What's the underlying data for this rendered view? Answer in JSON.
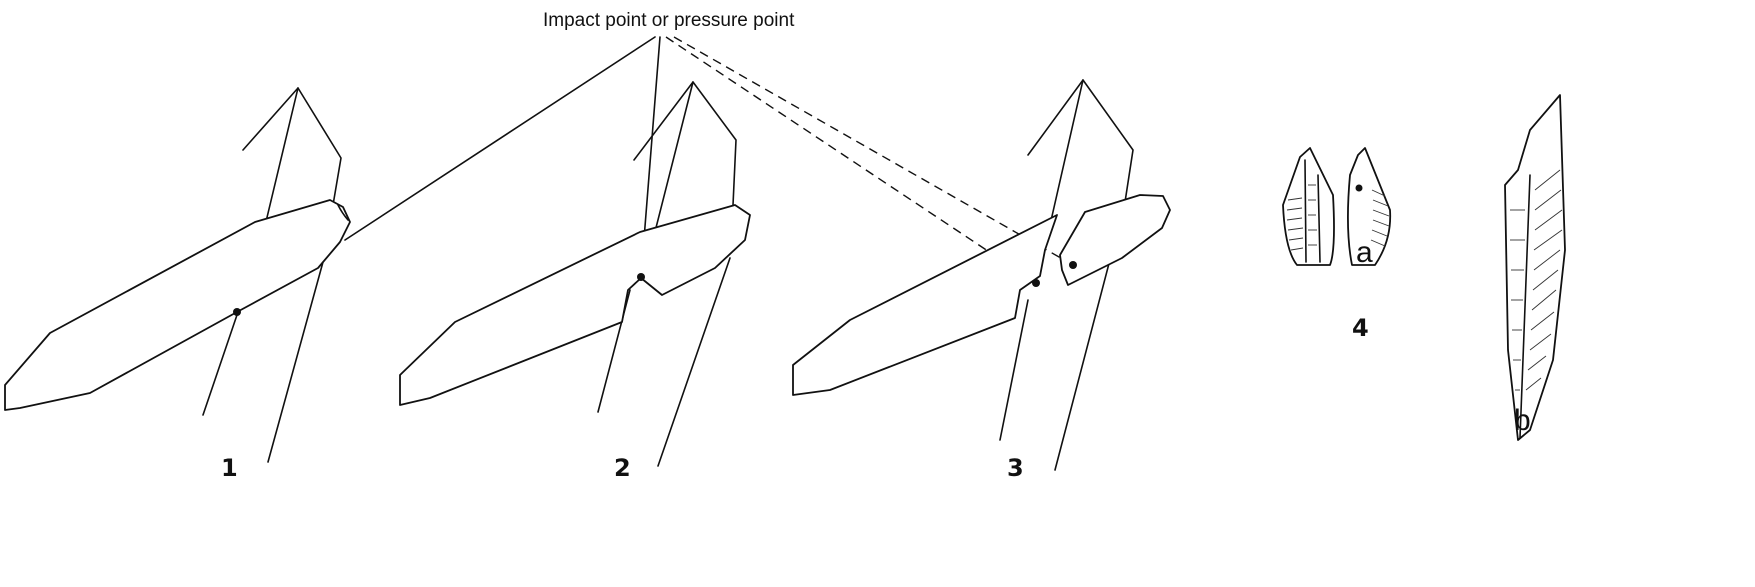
{
  "caption": "Impact point or pressure point",
  "labels": {
    "fig1": "1",
    "fig2": "2",
    "fig3": "3",
    "fig4": "4",
    "fig4a": "a",
    "fig4b": "b"
  }
}
